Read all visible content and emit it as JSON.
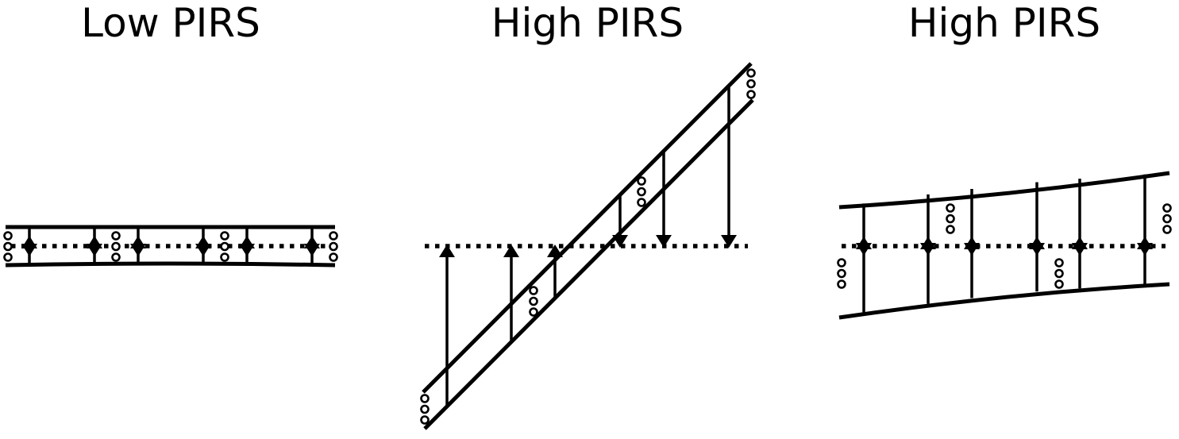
{
  "panels": [
    {
      "title": "Low PIRS"
    },
    {
      "title": "High PIRS"
    },
    {
      "title": "High PIRS"
    }
  ],
  "colors": {
    "stroke": "#000000",
    "background": "#ffffff"
  }
}
